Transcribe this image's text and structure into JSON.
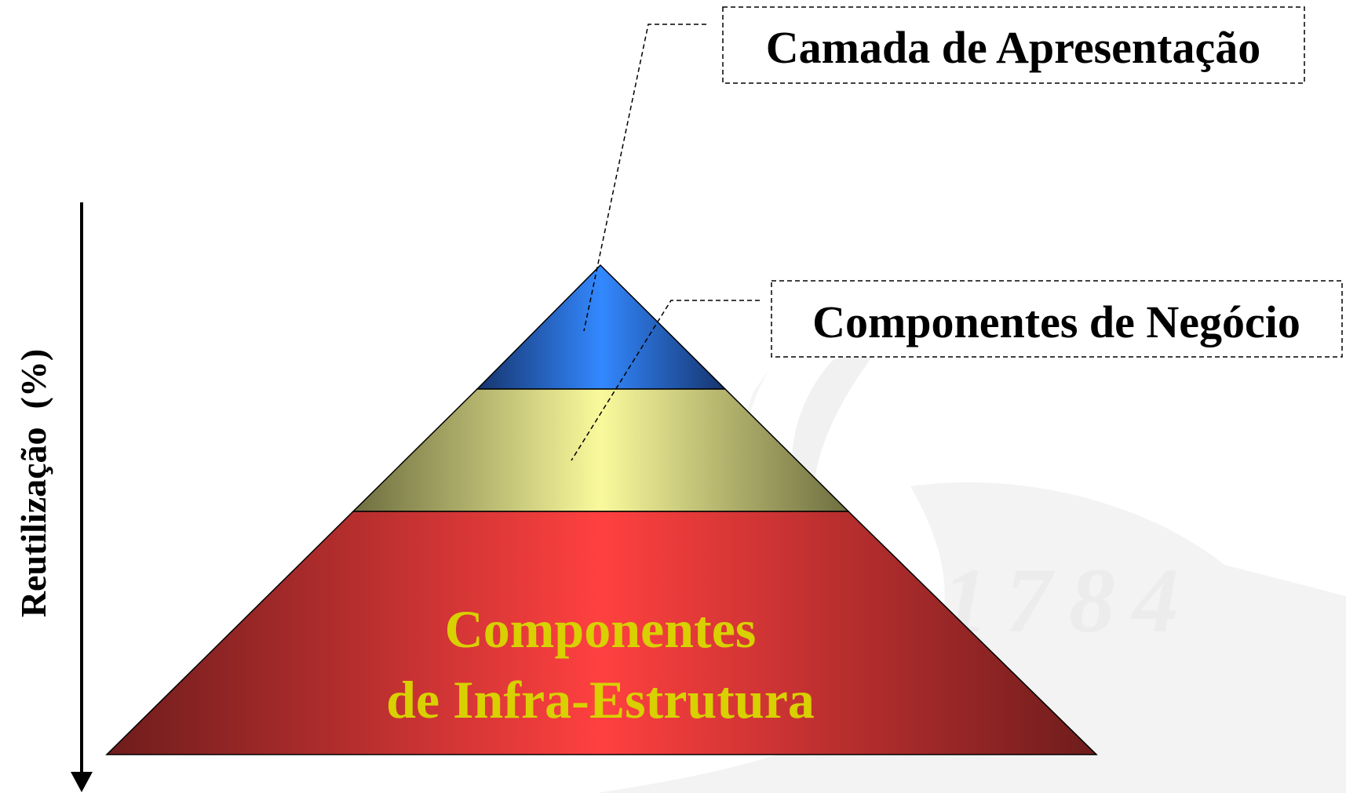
{
  "axis": {
    "label": "Reutilização  (%)"
  },
  "pyramid": {
    "top_layer": {
      "color": "#3388ff",
      "callout": "Camada de Apresentação"
    },
    "middle_layer": {
      "color": "#f7f79a",
      "callout": "Componentes de Negócio"
    },
    "bottom_layer": {
      "color": "#ff4040",
      "label_line1": "Componentes",
      "label_line2": "de Infra-Estrutura",
      "label_color": "#d8d000"
    }
  },
  "watermark": {
    "year": "1784"
  }
}
